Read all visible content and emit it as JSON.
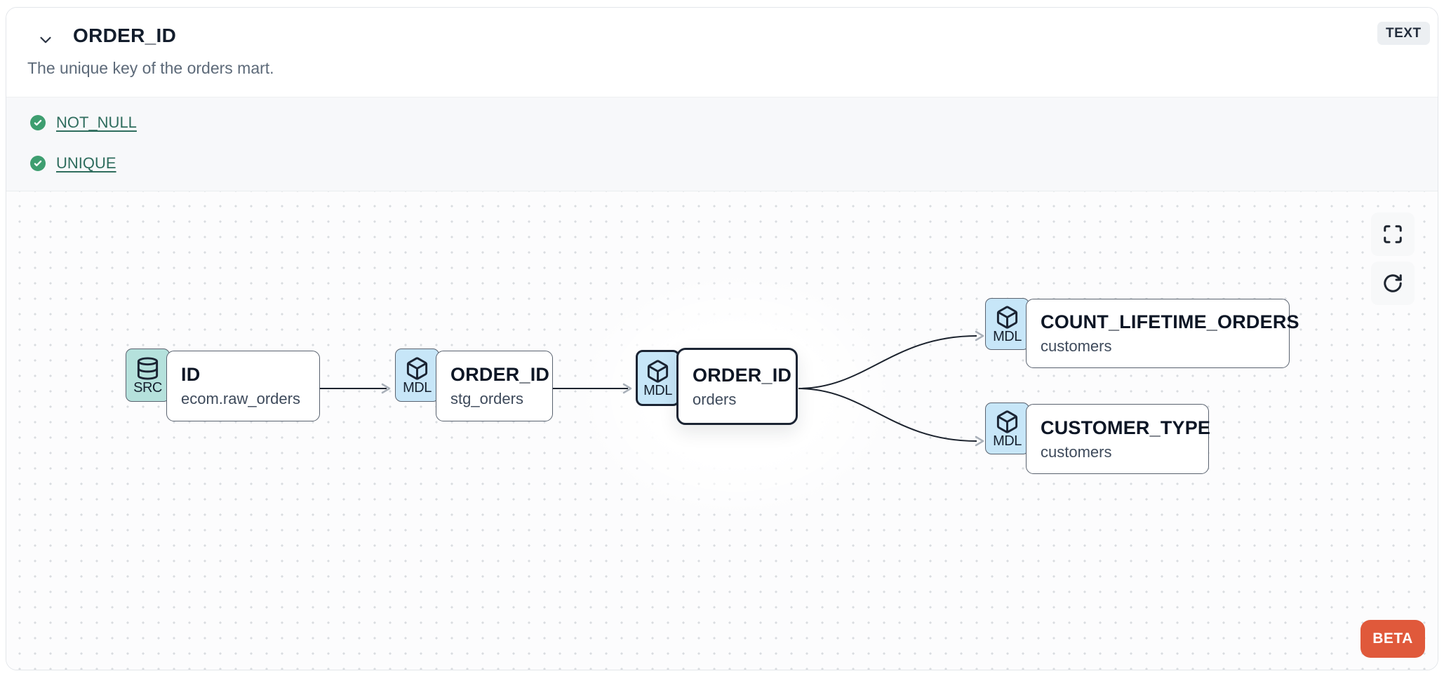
{
  "header": {
    "title": "ORDER_ID",
    "type_badge": "TEXT",
    "description": "The unique key of the orders mart.",
    "collapse_icon": "chevron-down-icon"
  },
  "tests": [
    {
      "label": "NOT_NULL",
      "status": "pass",
      "icon": "check-circle-icon"
    },
    {
      "label": "UNIQUE",
      "status": "pass",
      "icon": "check-circle-icon"
    }
  ],
  "lineage": {
    "nodes": [
      {
        "kind": "SRC",
        "icon": "database-icon",
        "title": "ID",
        "subtitle": "ecom.raw_orders",
        "selected": false
      },
      {
        "kind": "MDL",
        "icon": "cube-icon",
        "title": "ORDER_ID",
        "subtitle": "stg_orders",
        "selected": false
      },
      {
        "kind": "MDL",
        "icon": "cube-icon",
        "title": "ORDER_ID",
        "subtitle": "orders",
        "selected": true
      },
      {
        "kind": "MDL",
        "icon": "cube-icon",
        "title": "COUNT_LIFETIME_ORDERS",
        "subtitle": "customers",
        "selected": false
      },
      {
        "kind": "MDL",
        "icon": "cube-icon",
        "title": "CUSTOMER_TYPE",
        "subtitle": "customers",
        "selected": false
      }
    ],
    "edges": [
      {
        "from": "ID.ecom.raw_orders",
        "to": "ORDER_ID.stg_orders"
      },
      {
        "from": "ORDER_ID.stg_orders",
        "to": "ORDER_ID.orders"
      },
      {
        "from": "ORDER_ID.orders",
        "to": "COUNT_LIFETIME_ORDERS.customers"
      },
      {
        "from": "ORDER_ID.orders",
        "to": "CUSTOMER_TYPE.customers"
      }
    ],
    "controls": {
      "fullscreen": "fullscreen-icon",
      "refresh": "refresh-icon"
    },
    "beta_label": "BETA"
  },
  "colors": {
    "test_pass_green": "#3e9e70",
    "test_link_teal": "#2f6d5e",
    "src_badge_bg": "#b5e1dc",
    "mdl_badge_bg": "#c7e6f8",
    "node_border": "#59626f",
    "selected_node_border": "#1b2433",
    "beta_bg": "#e0593b",
    "type_badge_bg": "#eceff2",
    "tests_section_bg": "#f7f8fa",
    "canvas_bg": "#fcfcfd",
    "canvas_dot": "#d9dce0"
  }
}
